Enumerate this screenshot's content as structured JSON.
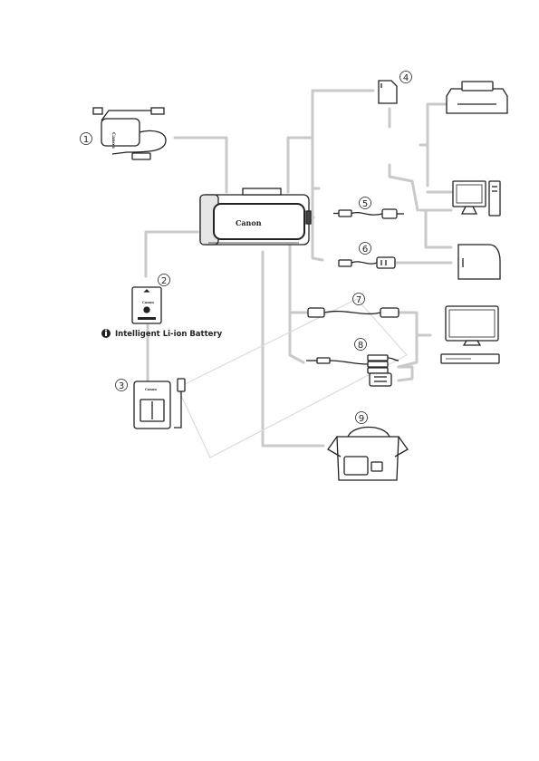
{
  "brand": {
    "camera": "Canon",
    "adapter": "Canon",
    "battery": "Canon",
    "charger": "Canon"
  },
  "callouts": {
    "c1": "1",
    "c2": "2",
    "c3": "3",
    "c4": "4",
    "c5": "5",
    "c6": "6",
    "c7": "7",
    "c8": "8",
    "c9": "9"
  },
  "battery_label": "Intelligent Li-ion Battery",
  "colors": {
    "connector": "#c9c9c9",
    "outline": "#222222"
  },
  "icons": [
    "compact-power-adapter-icon",
    "camcorder-icon",
    "battery-pack-icon",
    "battery-charger-icon",
    "memory-card-icon",
    "usb-cable-icon",
    "av-cable-icon",
    "hdmi-cable-icon",
    "stereo-video-cable-icon",
    "scart-adapter-icon",
    "carrying-bag-icon",
    "photo-printer-icon",
    "computer-icon",
    "disc-drive-icon",
    "tv-icon",
    "video-recorder-icon"
  ]
}
